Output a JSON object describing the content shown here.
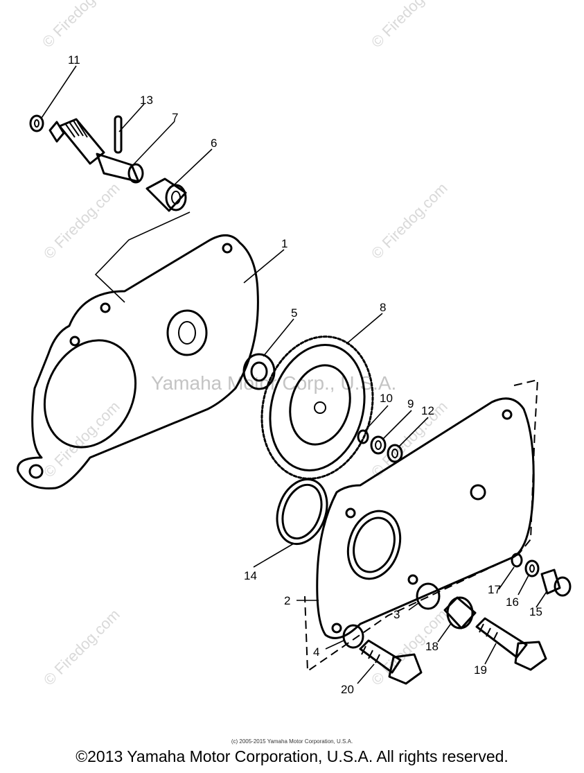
{
  "watermarks": {
    "corner_text": "© Firedog.com",
    "center_text": "Yamaha Motor Corp., U.S.A."
  },
  "callouts": [
    "1",
    "2",
    "3",
    "4",
    "5",
    "6",
    "7",
    "8",
    "9",
    "10",
    "11",
    "12",
    "13",
    "14",
    "15",
    "16",
    "17",
    "18",
    "19",
    "20"
  ],
  "footer": {
    "small_copyright": "(c) 2005-2015 Yamaha Motor Corporation, U.S.A.",
    "copyright": "©2013 Yamaha Motor Corporation, U.S.A. All rights reserved."
  }
}
